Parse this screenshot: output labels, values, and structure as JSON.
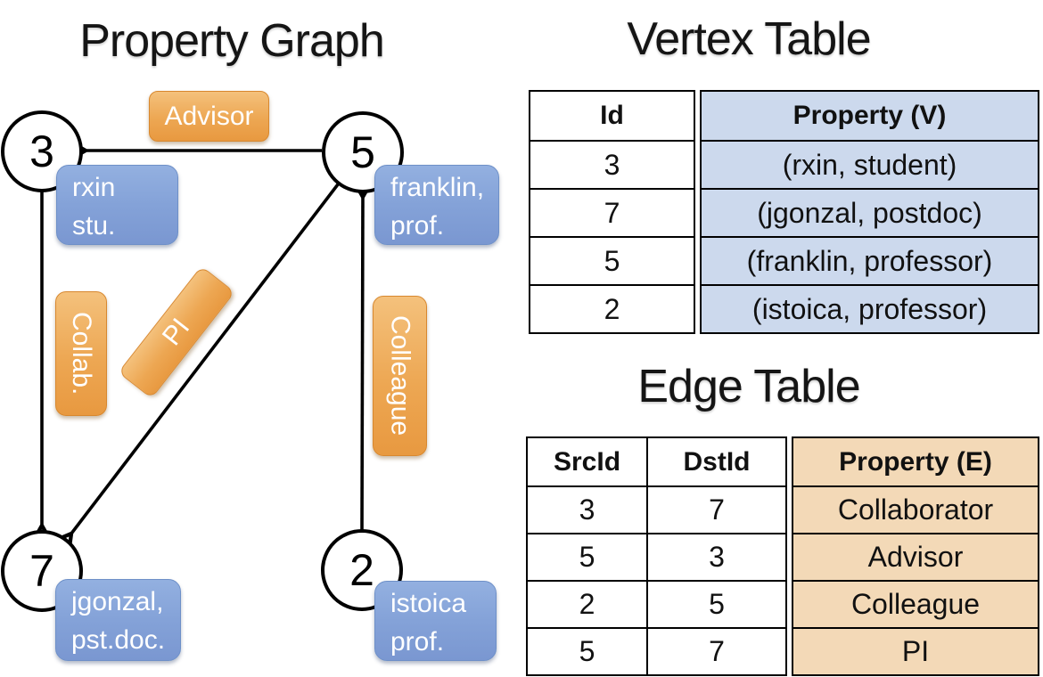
{
  "graph": {
    "title": "Property Graph",
    "nodes": [
      {
        "id": "3"
      },
      {
        "id": "5"
      },
      {
        "id": "7"
      },
      {
        "id": "2"
      }
    ],
    "edge_labels": [
      {
        "text": "Advisor"
      },
      {
        "text": "Collab."
      },
      {
        "text": "PI"
      },
      {
        "text": "Colleague"
      }
    ],
    "property_boxes": [
      {
        "line1": "rxin",
        "line2": "stu."
      },
      {
        "line1": "franklin,",
        "line2": "prof."
      },
      {
        "line1": "jgonzal,",
        "line2": "pst.doc."
      },
      {
        "line1": "istoica",
        "line2": "prof."
      }
    ]
  },
  "vertex_table": {
    "title": "Vertex Table",
    "columns": {
      "id": "Id",
      "property": "Property (V)"
    },
    "rows": [
      {
        "id": "3",
        "property": "(rxin, student)"
      },
      {
        "id": "7",
        "property": "(jgonzal, postdoc)"
      },
      {
        "id": "5",
        "property": "(franklin, professor)"
      },
      {
        "id": "2",
        "property": "(istoica, professor)"
      }
    ]
  },
  "edge_table": {
    "title": "Edge Table",
    "columns": {
      "src": "SrcId",
      "dst": "DstId",
      "property": "Property (E)"
    },
    "rows": [
      {
        "src": "3",
        "dst": "7",
        "property": "Collaborator"
      },
      {
        "src": "5",
        "dst": "3",
        "property": "Advisor"
      },
      {
        "src": "2",
        "dst": "5",
        "property": "Colleague"
      },
      {
        "src": "5",
        "dst": "7",
        "property": "PI"
      }
    ]
  },
  "colors": {
    "edge_label_orange_top": "#f4c17c",
    "edge_label_orange_bottom": "#e89940",
    "vertex_box_blue_top": "#93b0e0",
    "vertex_box_blue_bottom": "#7a97d1",
    "vertex_property_cell_fill": "#ccd9ed",
    "edge_property_cell_fill": "#f3d9b7",
    "line_color": "#000000"
  }
}
